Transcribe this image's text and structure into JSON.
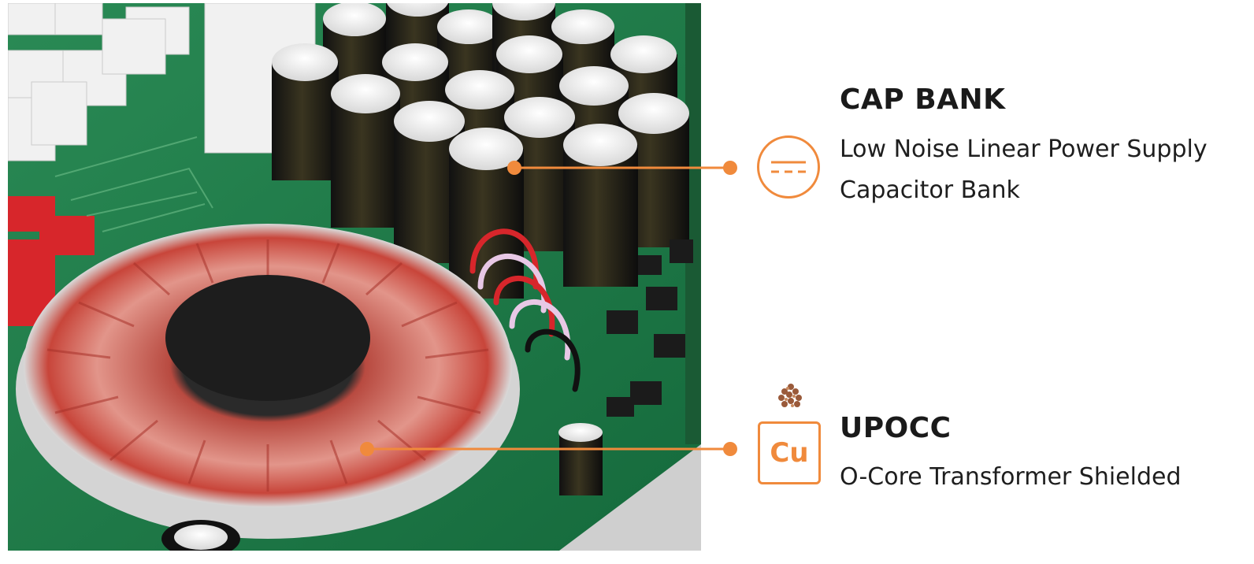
{
  "features": [
    {
      "id": "cap-bank",
      "icon": "dc-symbol-icon",
      "title": "CAP BANK",
      "description_line1": "Low Noise Linear Power Supply",
      "description_line2": "Capacitor Bank"
    },
    {
      "id": "upocc",
      "icon": "copper-cu-icon",
      "icon_text": "Cu",
      "title": "UPOCC",
      "description_line1": "O-Core Transformer Shielded"
    }
  ],
  "colors": {
    "accent": "#f08a3c",
    "pcb_green": "#1f7a4a",
    "copper_red": "#c8453a",
    "text": "#1a1a1a"
  }
}
